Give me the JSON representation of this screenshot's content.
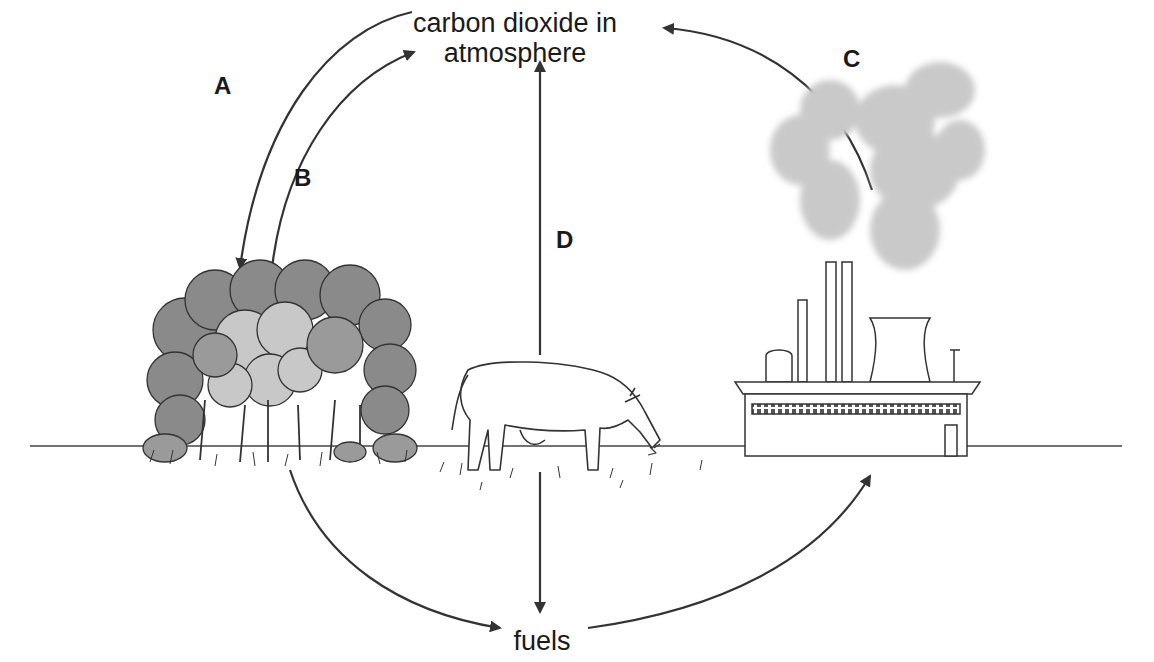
{
  "diagram": {
    "labels": [
      "carbon dioxide in atmosphere",
      "A",
      "B",
      "C",
      "D",
      "fuels"
    ]
  }
}
